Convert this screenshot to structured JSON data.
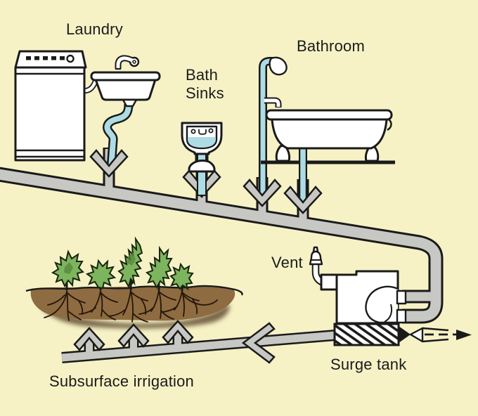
{
  "figure": {
    "type": "plumbing-diagram",
    "components": [
      "washing-machine",
      "laundry-sink",
      "sink-s-trap",
      "bath-sink",
      "shower",
      "bathtub",
      "main-drain-pipe",
      "drain-arrow",
      "surge-tank",
      "vent-pipe",
      "sand-filter",
      "valve",
      "overflow-arrow",
      "irrigation-pipe",
      "irrigation-up-arrow",
      "flow-left-arrow",
      "soil-bed",
      "plants",
      "roots"
    ]
  },
  "labels": {
    "laundry": "Laundry",
    "bath_sinks_line1": "Bath",
    "bath_sinks_line2": "Sinks",
    "bathroom": "Bathroom",
    "vent": "Vent",
    "surge_tank": "Surge tank",
    "subsurface_irrigation": "Subsurface irrigation"
  },
  "palette": {
    "background": "#f6f2c6",
    "pipe_gray": "#c7c8c4",
    "water_blue": "#aedce4",
    "paper_white": "#ffffff",
    "outline_ink": "#1a1a1a",
    "ink_text": "#1b1b1b",
    "soil_brown": "#8e6b41",
    "soil_shadow": "#5b4429",
    "plant_green": "#7db45e"
  }
}
